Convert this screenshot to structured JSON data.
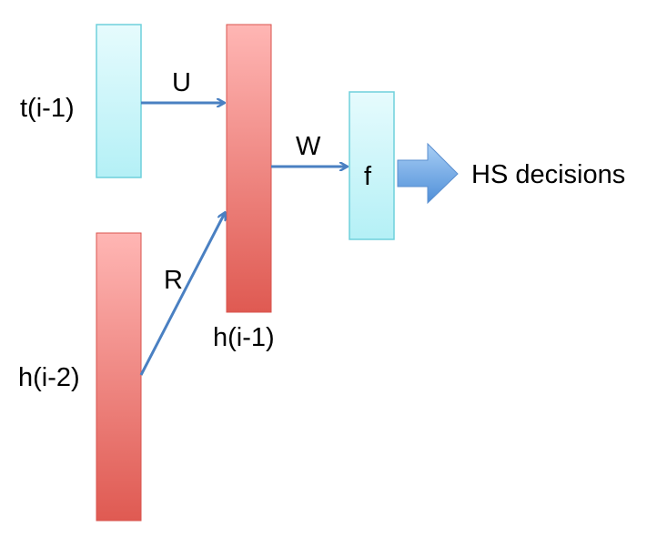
{
  "labels": {
    "t_prev": "t(i-1)",
    "h_prev": "h(i-1)",
    "h_prev2": "h(i-2)",
    "f_node": "f",
    "edge_u": "U",
    "edge_w": "W",
    "edge_r": "R",
    "output": "HS decisions"
  },
  "colors": {
    "cyan_top": "#e6fbfd",
    "cyan_bottom": "#b4f0f6",
    "cyan_border": "#6fd0dc",
    "red_top": "#ffb6b4",
    "red_bottom": "#df5a52",
    "red_border": "#d9534d",
    "edge": "#4a80c2",
    "output_arrow_light": "#a8cef5",
    "output_arrow_dark": "#4f8fd8"
  }
}
